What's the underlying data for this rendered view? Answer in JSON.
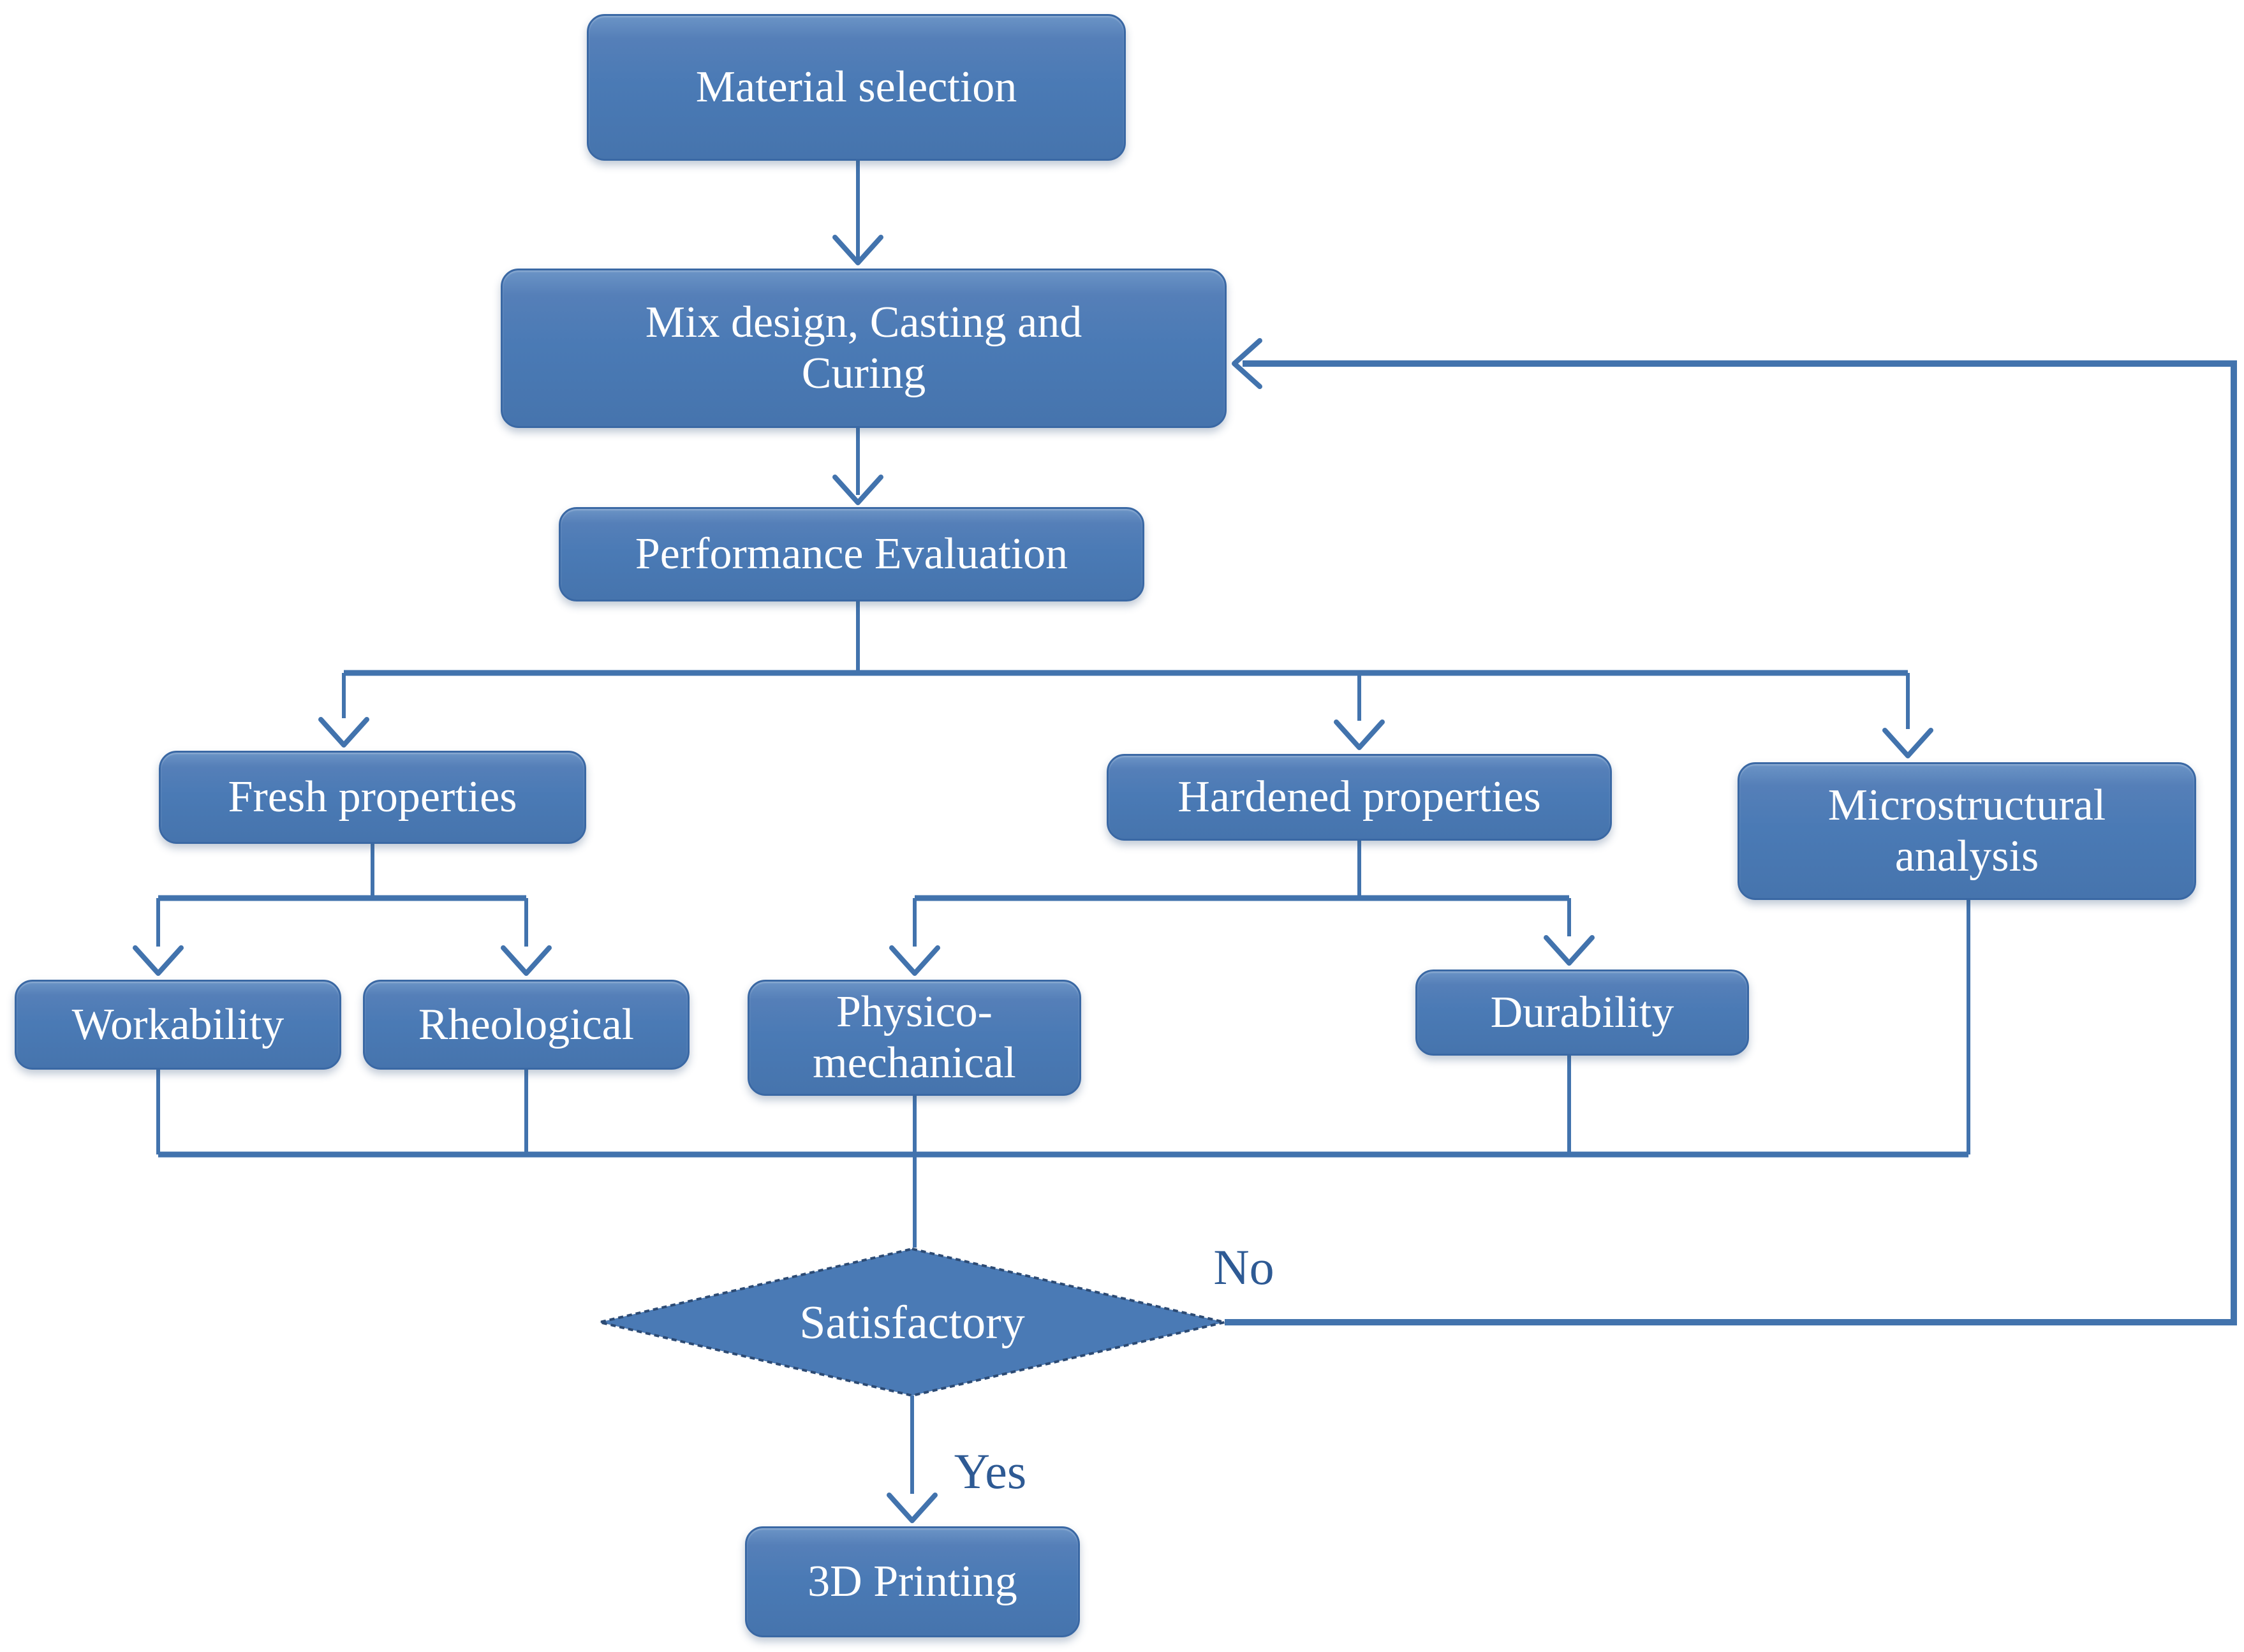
{
  "colors": {
    "background": "#ffffff",
    "node_fill": "#4a7ab5",
    "node_fill_light": "#6b94c6",
    "node_border": "#3a68a4",
    "connector": "#4273ad",
    "node_text": "#ffffff",
    "edge_label_text": "#2e5a94",
    "diamond_border": "#2c4a73"
  },
  "nodes": {
    "material_selection": {
      "label": "Material selection",
      "shape": "rounded-rectangle"
    },
    "mix_design": {
      "label": "Mix design, Casting and\nCuring",
      "shape": "rounded-rectangle"
    },
    "performance_evaluation": {
      "label": "Performance Evaluation",
      "shape": "rounded-rectangle"
    },
    "fresh_properties": {
      "label": "Fresh properties",
      "shape": "rounded-rectangle"
    },
    "hardened_properties": {
      "label": "Hardened properties",
      "shape": "rounded-rectangle"
    },
    "microstructural_analysis": {
      "label": "Microstructural\nanalysis",
      "shape": "rounded-rectangle"
    },
    "workability": {
      "label": "Workability",
      "shape": "rounded-rectangle"
    },
    "rheological": {
      "label": "Rheological",
      "shape": "rounded-rectangle"
    },
    "physico_mechanical": {
      "label": "Physico-\nmechanical",
      "shape": "rounded-rectangle"
    },
    "durability": {
      "label": "Durability",
      "shape": "rounded-rectangle"
    },
    "satisfactory": {
      "label": "Satisfactory",
      "shape": "diamond"
    },
    "printing_3d": {
      "label": "3D Printing",
      "shape": "rounded-rectangle"
    }
  },
  "edge_labels": {
    "no": "No",
    "yes": "Yes"
  },
  "edges": [
    {
      "from": "material_selection",
      "to": "mix_design"
    },
    {
      "from": "mix_design",
      "to": "performance_evaluation"
    },
    {
      "from": "performance_evaluation",
      "to": "fresh_properties"
    },
    {
      "from": "performance_evaluation",
      "to": "hardened_properties"
    },
    {
      "from": "performance_evaluation",
      "to": "microstructural_analysis"
    },
    {
      "from": "fresh_properties",
      "to": "workability"
    },
    {
      "from": "fresh_properties",
      "to": "rheological"
    },
    {
      "from": "hardened_properties",
      "to": "physico_mechanical"
    },
    {
      "from": "hardened_properties",
      "to": "durability"
    },
    {
      "from": "workability",
      "to": "satisfactory"
    },
    {
      "from": "rheological",
      "to": "satisfactory"
    },
    {
      "from": "physico_mechanical",
      "to": "satisfactory"
    },
    {
      "from": "durability",
      "to": "satisfactory"
    },
    {
      "from": "microstructural_analysis",
      "to": "satisfactory"
    },
    {
      "from": "satisfactory",
      "to": "printing_3d",
      "label": "Yes"
    },
    {
      "from": "satisfactory",
      "to": "mix_design",
      "label": "No"
    }
  ]
}
